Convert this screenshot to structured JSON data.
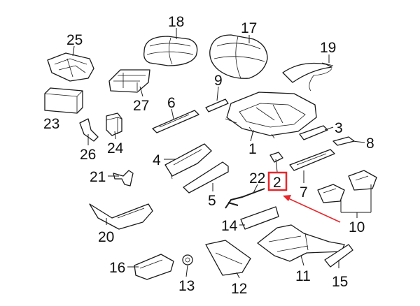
{
  "colors": {
    "line": "#1a1a1a",
    "highlight": "#e8262b",
    "background": "#ffffff"
  },
  "highlighted_part": "2",
  "callouts": {
    "p1": "1",
    "p2": "2",
    "p3": "3",
    "p4": "4",
    "p5": "5",
    "p6": "6",
    "p7": "7",
    "p8": "8",
    "p9": "9",
    "p10": "10",
    "p11": "11",
    "p12": "12",
    "p13": "13",
    "p14": "14",
    "p15": "15",
    "p16": "16",
    "p17": "17",
    "p18": "18",
    "p19": "19",
    "p20": "20",
    "p21": "21",
    "p22": "22",
    "p23": "23",
    "p24": "24",
    "p25": "25",
    "p26": "26",
    "p27": "27"
  }
}
